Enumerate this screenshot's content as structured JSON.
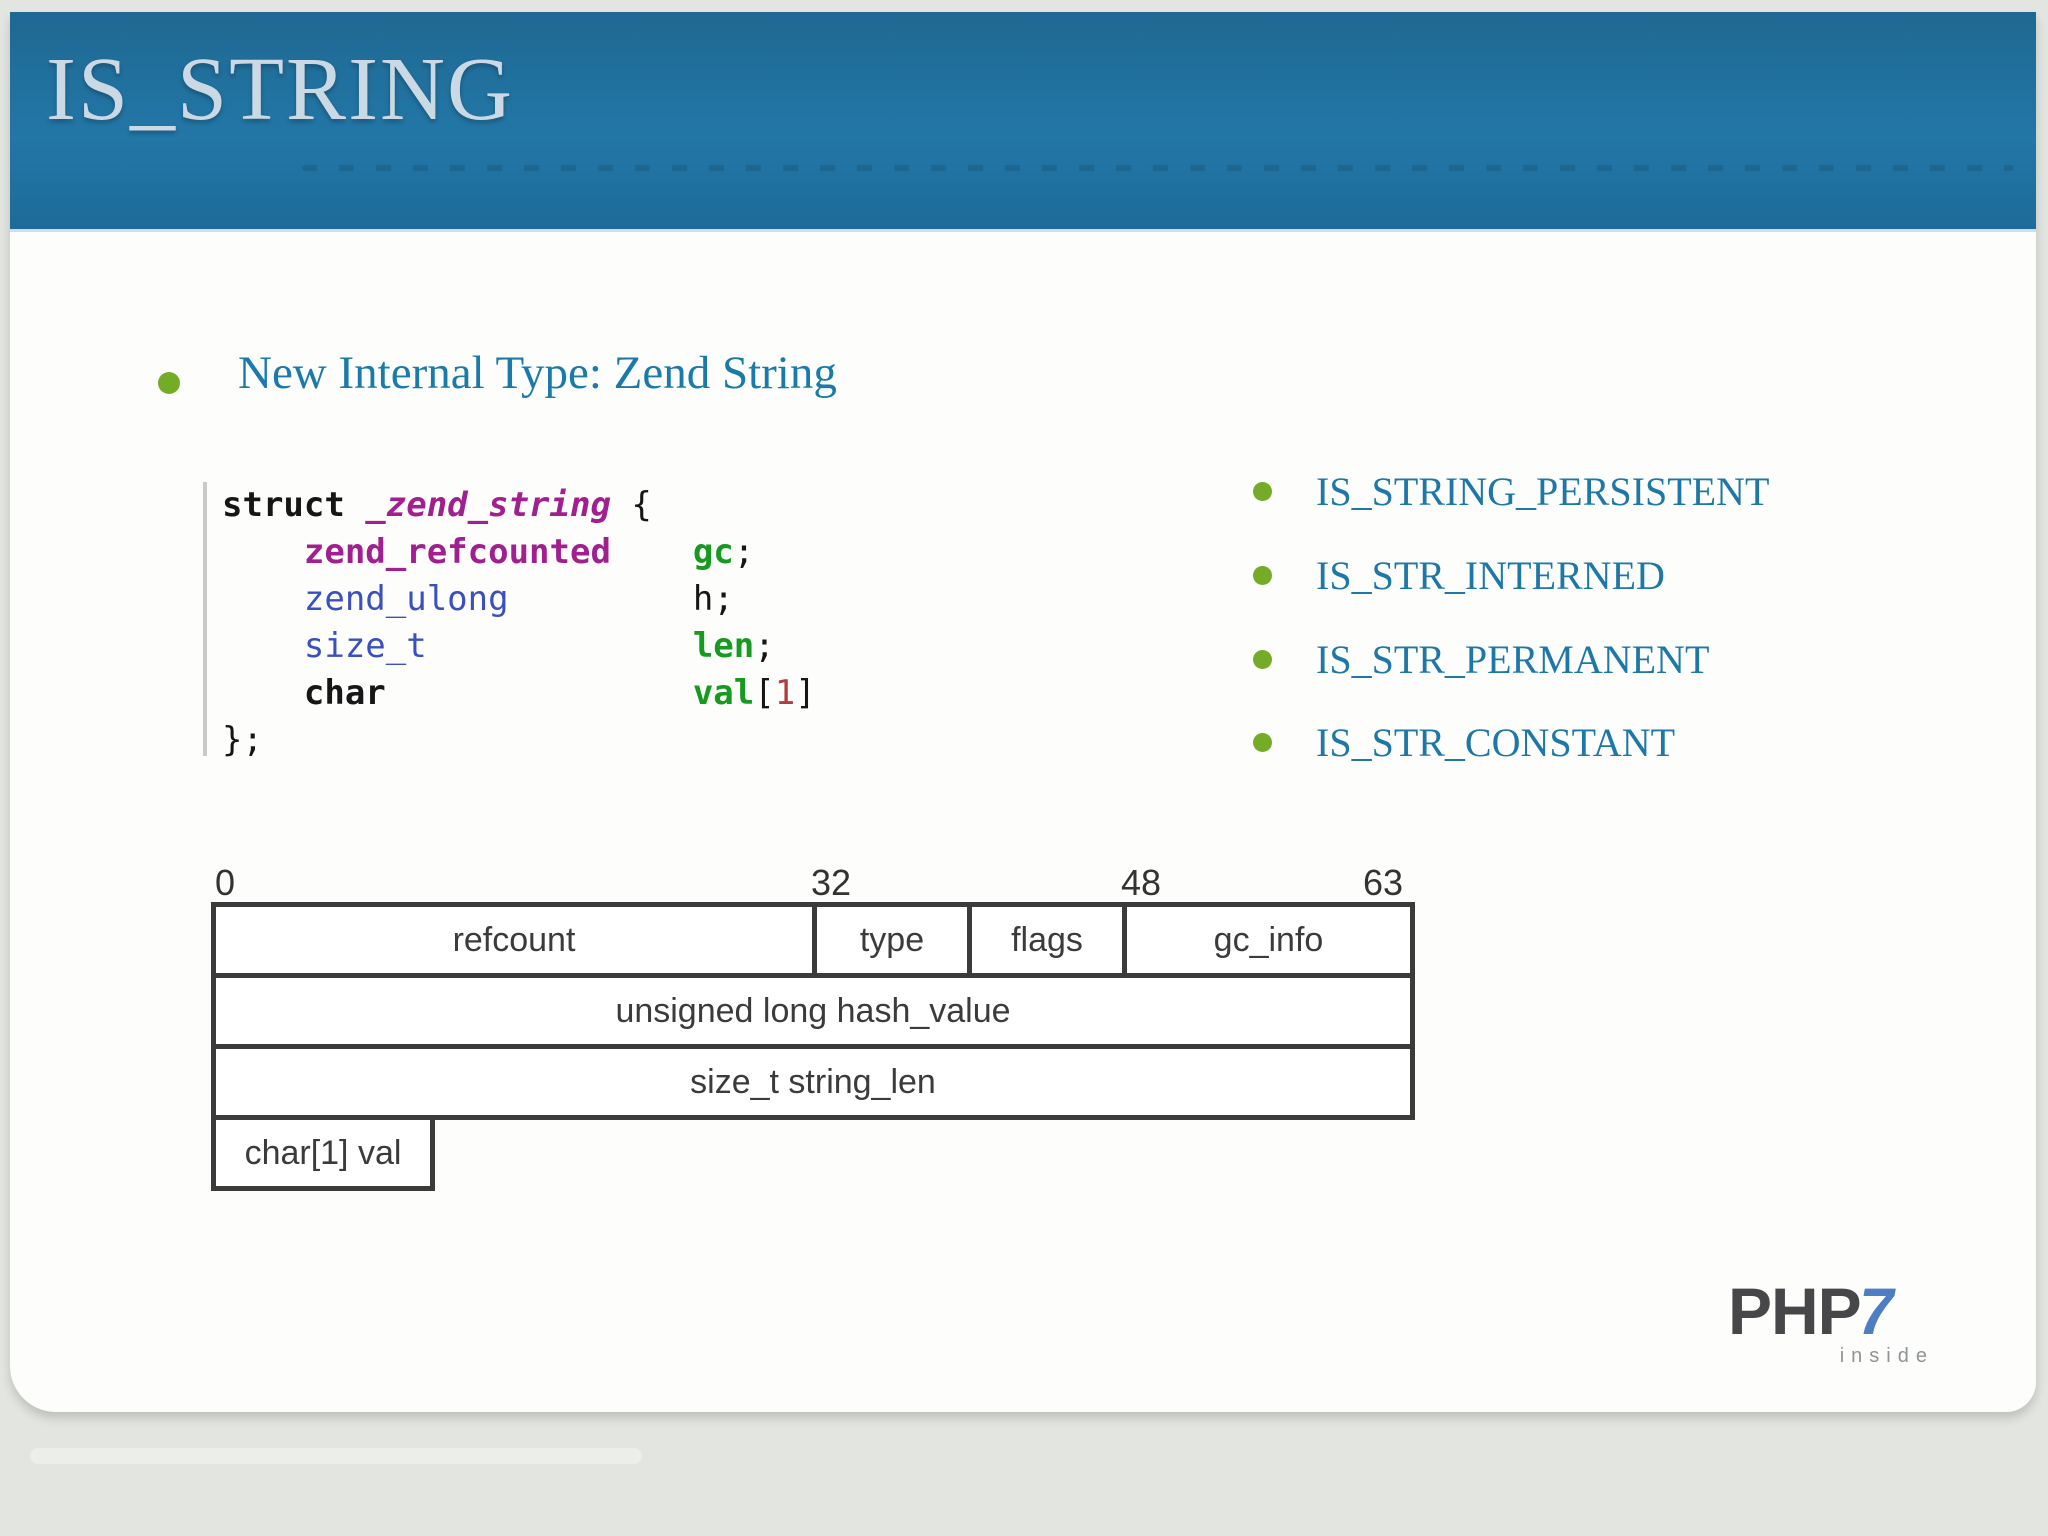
{
  "slide": {
    "title": "IS_STRING"
  },
  "content": {
    "heading": "New Internal Type: Zend String"
  },
  "code": {
    "line1": {
      "kw": "struct ",
      "name": "_zend_string",
      "tail": " {"
    },
    "line2": {
      "ind": "    ",
      "type": "zend_refcounted",
      "gap": "    ",
      "member": "gc",
      "punct": ";"
    },
    "line3": {
      "ind": "    ",
      "type": "zend_ulong",
      "gap": "         ",
      "member": "h",
      "punct": ";"
    },
    "line4": {
      "ind": "    ",
      "type": "size_t",
      "gap": "             ",
      "member": "len",
      "punct": ";"
    },
    "line5": {
      "ind": "    ",
      "type": "char",
      "gap": "               ",
      "member": "val",
      "open": "[",
      "index": "1",
      "close": "]"
    },
    "line6": {
      "text": "};"
    }
  },
  "string_flags": {
    "items": [
      {
        "label": "IS_STRING_PERSISTENT"
      },
      {
        "label": "IS_STR_INTERNED"
      },
      {
        "label": "IS_STR_PERMANENT"
      },
      {
        "label": "IS_STR_CONSTANT"
      }
    ]
  },
  "diagram": {
    "bit_labels": [
      "0",
      "32",
      "48",
      "63"
    ],
    "word1_cells": [
      "refcount",
      "type",
      "flags",
      "gc_info"
    ],
    "word2": "unsigned long hash_value",
    "word3": "size_t string_len",
    "word4": "char[1] val"
  },
  "logo": {
    "name": "PHP",
    "version": "7",
    "tagline": "inside"
  },
  "colors": {
    "header_blue": "#2277a7",
    "accent_green": "#74ac27",
    "text_blue": "#1a7aaa",
    "code_type_magenta": "#a1208f",
    "code_builtin_blue": "#3b50bf",
    "code_member_green": "#169a1f",
    "code_number_red": "#b23b3b",
    "logo_blue": "#4d7ec2"
  }
}
